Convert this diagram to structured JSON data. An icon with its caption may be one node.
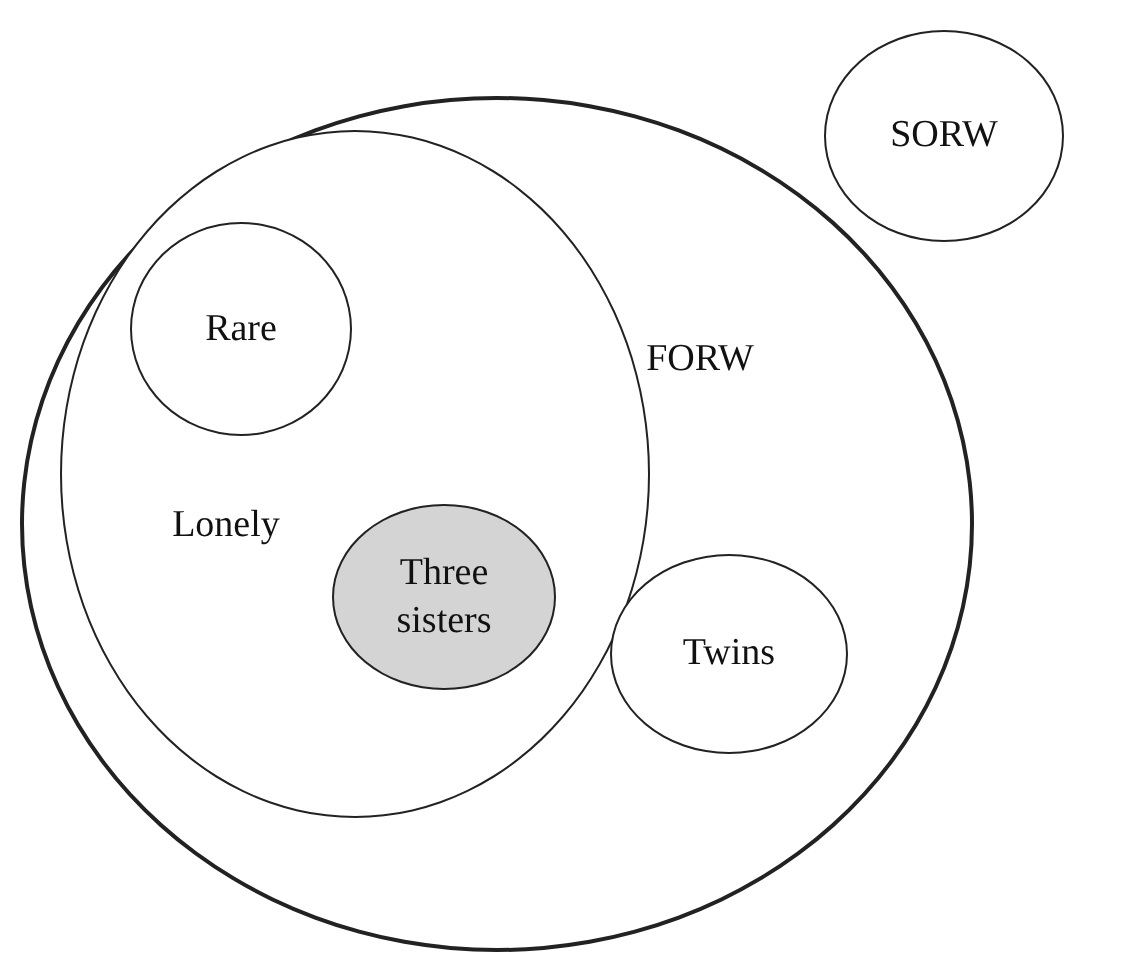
{
  "diagram": {
    "nodes": [
      {
        "text": [
          "SORW"
        ]
      },
      {
        "text": [
          "FORW"
        ]
      },
      {
        "text": [
          "Lonely"
        ],
        "in": 1
      },
      {
        "text": [
          "Rare"
        ],
        "in": 2
      },
      {
        "text": [
          "Three sisters"
        ],
        "in": 2
      },
      {
        "text": [
          "Twins"
        ],
        "in": 1
      }
    ]
  }
}
